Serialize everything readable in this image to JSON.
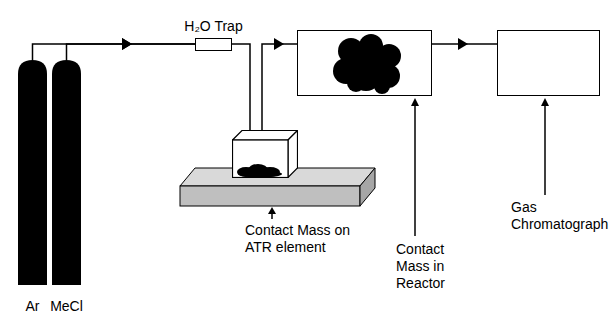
{
  "diagram": {
    "nodes": [
      {
        "text": [
          "Ar"
        ]
      },
      {
        "text": [
          "MeCl"
        ]
      },
      {
        "text": [
          "H₂O Trap"
        ]
      },
      {
        "text": [
          "Contact Mass on ATR element"
        ]
      },
      {
        "text": [
          "Contact Mass in Reactor"
        ]
      },
      {
        "text": [
          "Gas Chromatograph"
        ]
      }
    ],
    "edges": [
      {
        "from": 0,
        "to": 2,
        "arrow": "to"
      },
      {
        "from": 1,
        "to": 2,
        "arrow": "to"
      },
      {
        "from": 2,
        "to": 3,
        "arrow": "none"
      },
      {
        "from": 3,
        "to": 4,
        "arrow": "to"
      },
      {
        "from": 4,
        "to": 5,
        "arrow": "to"
      }
    ]
  }
}
